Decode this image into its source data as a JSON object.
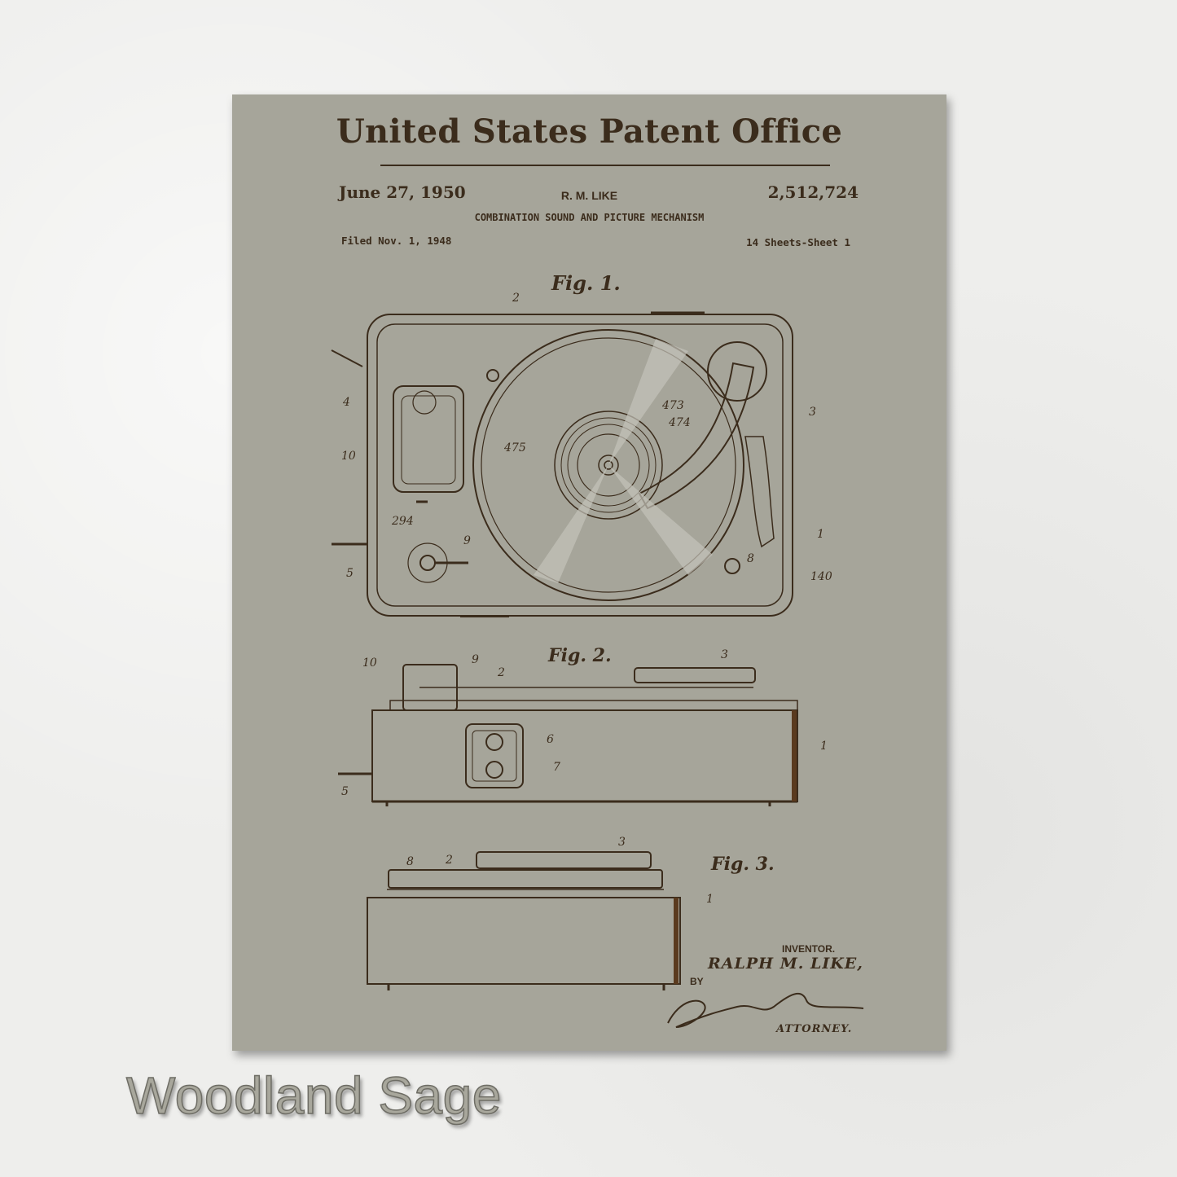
{
  "poster": {
    "header": "United States Patent Office",
    "date": "June 27, 1950",
    "inventor_short": "R. M. LIKE",
    "patent_number": "2,512,724",
    "subtitle": "COMBINATION SOUND AND PICTURE MECHANISM",
    "filed": "Filed Nov. 1, 1948",
    "sheets": "14 Sheets-Sheet 1",
    "figures": {
      "fig1": "Fig. 1.",
      "fig2": "Fig. 2.",
      "fig3": "Fig. 3."
    },
    "refs": {
      "r1": "1",
      "r2": "2",
      "r3": "3",
      "r4": "4",
      "r5": "5",
      "r6": "6",
      "r7": "7",
      "r8": "8",
      "r9": "9",
      "r10": "10",
      "r140": "140",
      "r294": "294",
      "r473": "473",
      "r474": "474",
      "r475": "475"
    },
    "signature": {
      "inventor_label": "INVENTOR.",
      "inventor_name": "RALPH M. LIKE,",
      "by": "BY",
      "attorney_label": "ATTORNEY."
    },
    "colors": {
      "background": "#a6a59a",
      "ink": "#3b2c1c"
    }
  },
  "caption": "Woodland Sage"
}
